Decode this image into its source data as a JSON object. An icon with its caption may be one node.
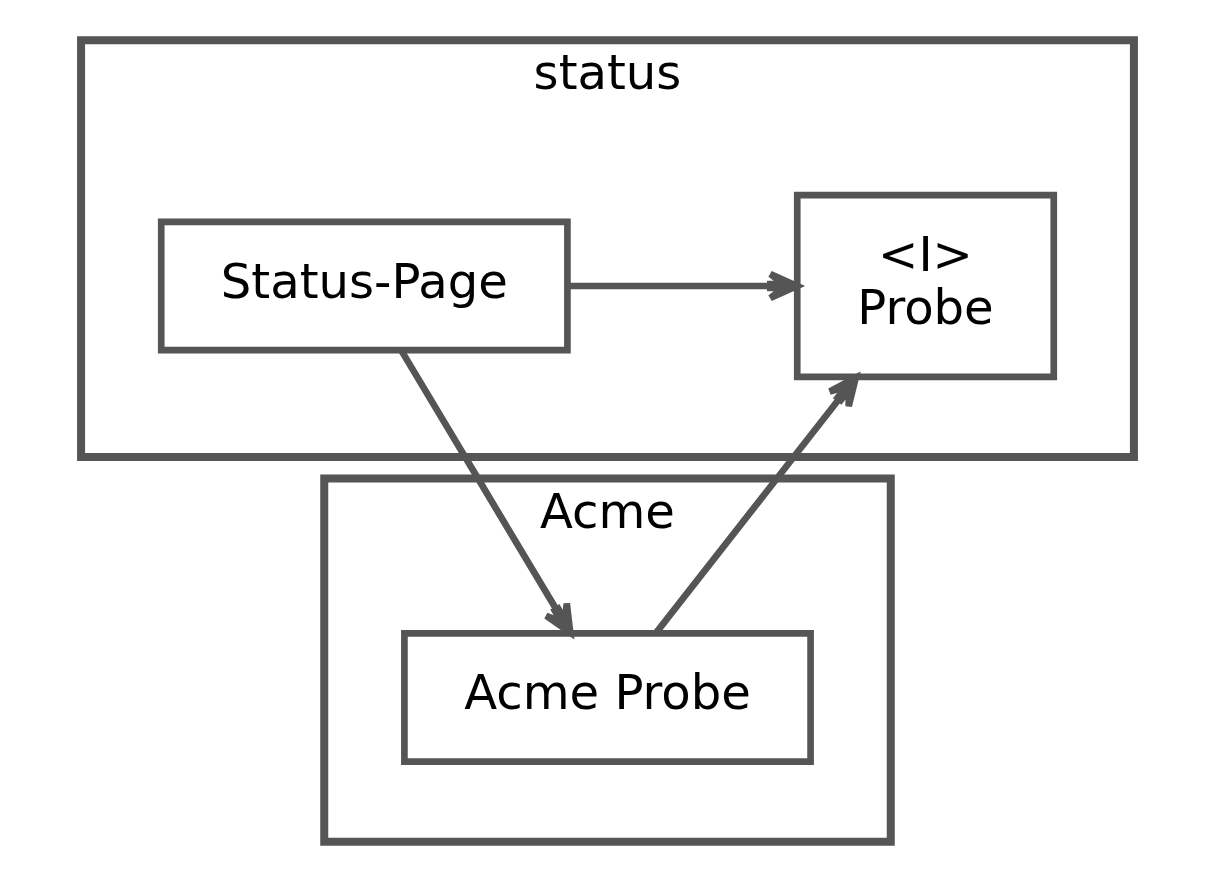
{
  "diagram": {
    "nodes": [
      {
        "text": [
          "status"
        ]
      },
      {
        "text": [
          "Status-Page"
        ],
        "in": 0
      },
      {
        "text": [
          "<I>",
          "Probe"
        ],
        "in": 0
      },
      {
        "text": [
          "Acme"
        ]
      },
      {
        "text": [
          "Acme Probe"
        ],
        "in": 3
      }
    ],
    "edges": [
      {
        "from": 1,
        "to": 2,
        "arrow": "to"
      },
      {
        "from": 1,
        "to": 4,
        "arrow": "to"
      },
      {
        "from": 4,
        "to": 2,
        "arrow": "to"
      }
    ]
  }
}
